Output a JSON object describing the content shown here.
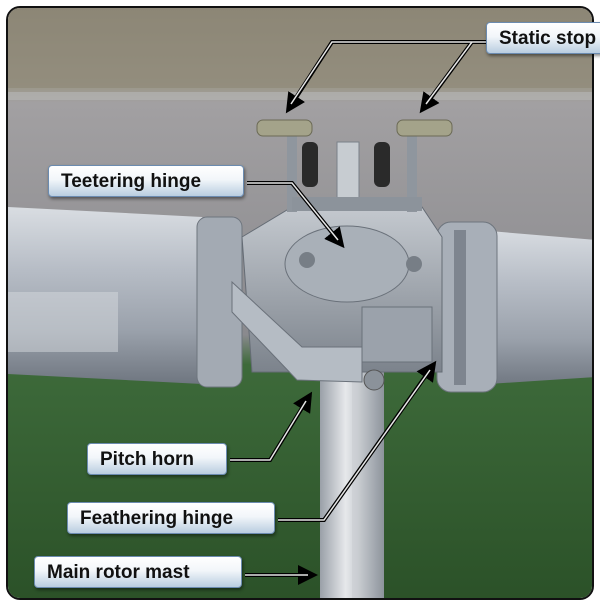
{
  "labels": {
    "static_stop": "Static stop",
    "teetering_hinge": "Teetering hinge",
    "pitch_horn": "Pitch horn",
    "feathering_hinge": "Feathering hinge",
    "main_rotor_mast": "Main rotor mast"
  },
  "colors": {
    "label_border": "#6b8bb0",
    "arrow": "#000000",
    "grass": "#2f5a2c",
    "road": "#8e8c8e",
    "metal": "#b8bec6"
  }
}
